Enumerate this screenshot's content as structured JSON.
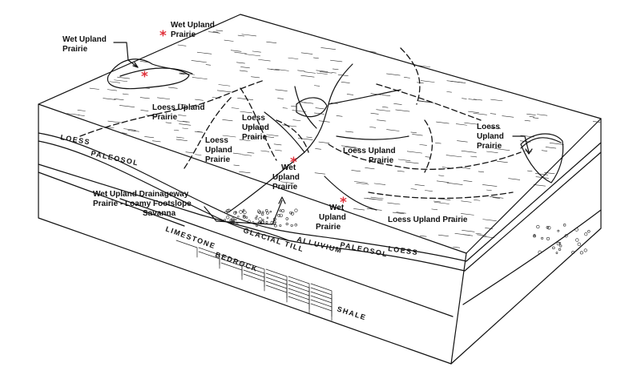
{
  "colors": {
    "ink": "#111111",
    "background": "#ffffff",
    "star": "#e0303a"
  },
  "labels": {
    "wet_upland_prairie_left": [
      "Wet Upland",
      "Prairie"
    ],
    "wet_upland_prairie_top": [
      "Wet Upland",
      "Prairie"
    ],
    "loess_upland_prairie_a": [
      "Loess Upland",
      "Prairie"
    ],
    "loess_upland_prairie_b": [
      "Loess",
      "Upland",
      "Prairie"
    ],
    "loess_upland_prairie_c": [
      "Loess",
      "Upland",
      "Prairie"
    ],
    "loess_upland_prairie_d": [
      "Loess Upland",
      "Prairie"
    ],
    "loess_upland_prairie_e": [
      "Loess",
      "Upland",
      "Prairie"
    ],
    "wet_upland_prairie_mid": [
      "Wet",
      "Upland",
      "Prairie"
    ],
    "wet_upland_prairie_low": [
      "Wet",
      "Upland",
      "Prairie"
    ],
    "loess_upland_prairie_f": "Loess Upland Prairie",
    "drainageway": [
      "Wet Upland Drainageway",
      "Prairie - Loamy Footslope",
      "Savanna"
    ]
  },
  "strata": {
    "loess_left": "LOESS",
    "paleosol_left": "PALEOSOL",
    "limestone": "LIMESTONE",
    "bedrock": "BEDROCK",
    "glacial_till": "GLACIAL TILL",
    "alluvium": "ALLUVIUM",
    "paleosol_right": "PALEOSOL",
    "loess_right": "LOESS",
    "shale": "SHALE"
  },
  "markers": {
    "star_symbol": "*"
  }
}
